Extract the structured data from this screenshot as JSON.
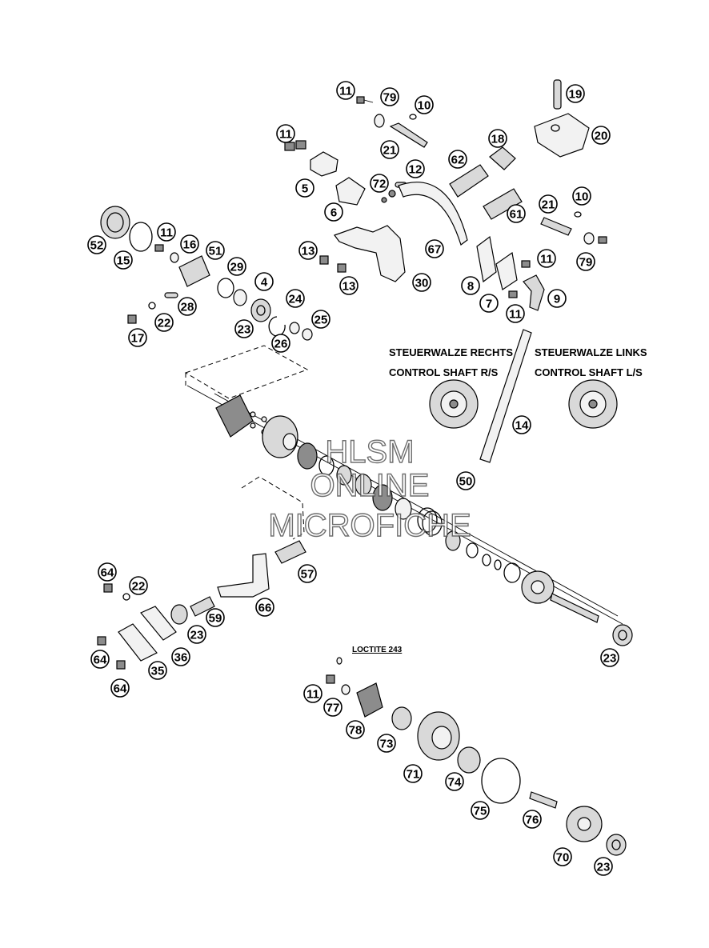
{
  "labels": {
    "control_right_de": "STEUERWALZE RECHTS",
    "control_right_en": "CONTROL SHAFT R/S",
    "control_left_de": "STEUERWALZE LINKS",
    "control_left_en": "CONTROL SHAFT L/S",
    "loctite": "LOCTITE 243"
  },
  "watermark": {
    "line1": "HLSM",
    "line2": "ONLINE",
    "line3": "MICROFICHE"
  },
  "callouts": [
    "11",
    "79",
    "10",
    "19",
    "11",
    "21",
    "18",
    "20",
    "5",
    "72",
    "12",
    "62",
    "6",
    "61",
    "21",
    "10",
    "52",
    "11",
    "16",
    "51",
    "15",
    "13",
    "67",
    "11",
    "79",
    "29",
    "4",
    "13",
    "30",
    "8",
    "7",
    "11",
    "9",
    "28",
    "24",
    "17",
    "22",
    "23",
    "25",
    "26",
    "14",
    "50",
    "57",
    "64",
    "22",
    "66",
    "59",
    "23",
    "64",
    "35",
    "36",
    "64",
    "23",
    "11",
    "77",
    "78",
    "73",
    "71",
    "74",
    "75",
    "76",
    "70",
    "23"
  ]
}
